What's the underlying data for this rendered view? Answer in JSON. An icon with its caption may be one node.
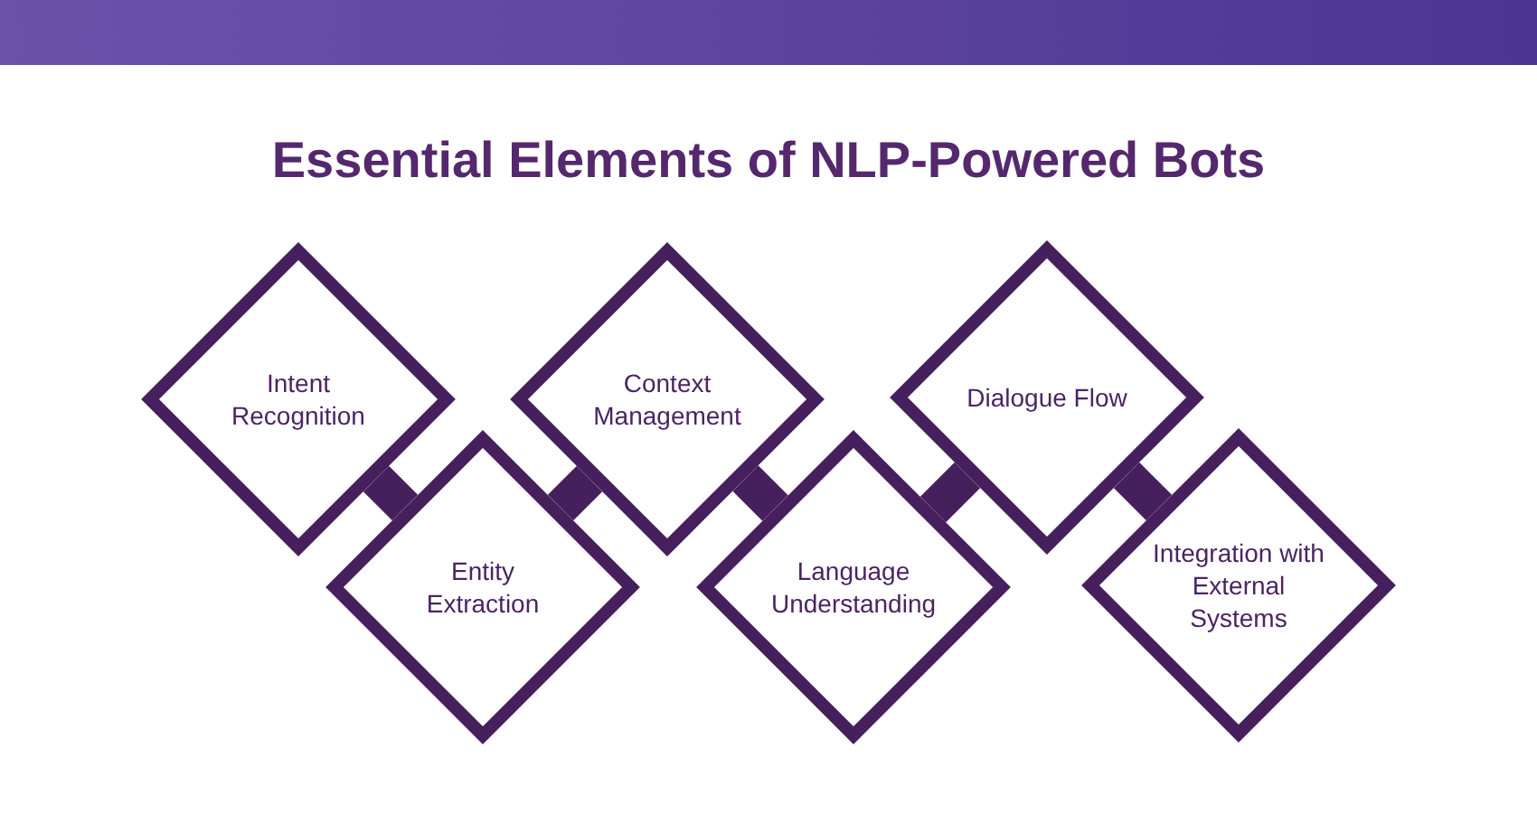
{
  "diagram": {
    "title": "Essential Elements of NLP-Powered Bots",
    "nodes": [
      {
        "text": [
          "Intent Recognition"
        ]
      },
      {
        "text": [
          "Entity Extraction"
        ]
      },
      {
        "text": [
          "Context Management"
        ]
      },
      {
        "text": [
          "Language Understanding"
        ]
      },
      {
        "text": [
          "Dialogue Flow"
        ]
      },
      {
        "text": [
          "Integration with External Systems"
        ]
      }
    ],
    "edges": [
      {
        "from": 0,
        "to": 1,
        "arrow": "none"
      },
      {
        "from": 1,
        "to": 2,
        "arrow": "none"
      },
      {
        "from": 2,
        "to": 3,
        "arrow": "none"
      },
      {
        "from": 3,
        "to": 4,
        "arrow": "none"
      },
      {
        "from": 4,
        "to": 5,
        "arrow": "none"
      }
    ]
  }
}
